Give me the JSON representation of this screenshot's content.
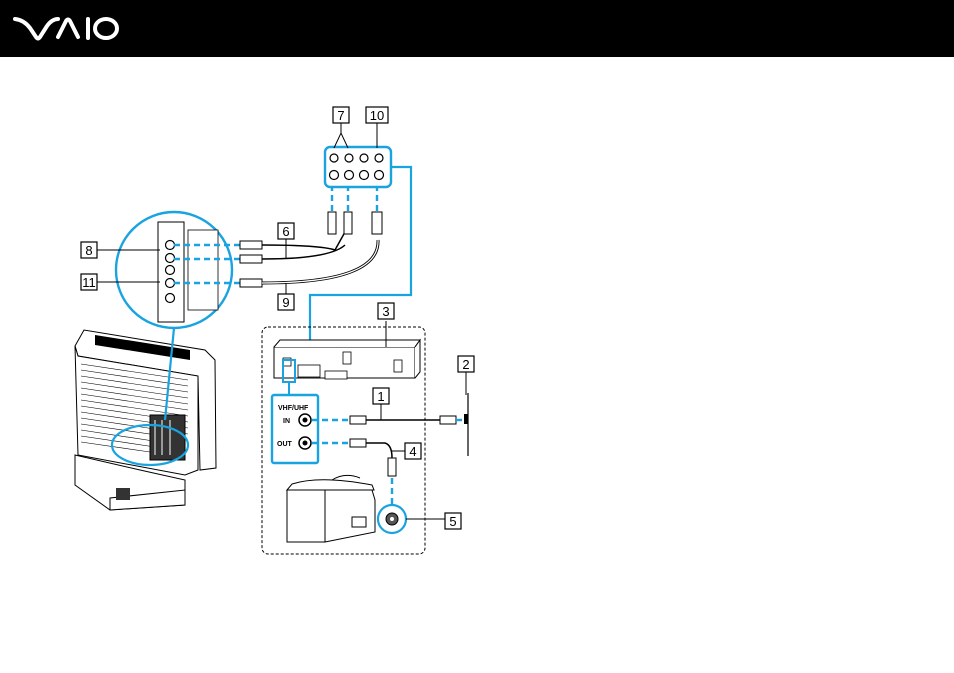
{
  "brand": {
    "logo_icon": "vaio-logo-icon",
    "header_color": "#000000"
  },
  "diagram": {
    "accent_color": "#19a3e0",
    "callouts": [
      {
        "id": "c1",
        "text": "1"
      },
      {
        "id": "c2",
        "text": "2"
      },
      {
        "id": "c3",
        "text": "3"
      },
      {
        "id": "c4",
        "text": "4"
      },
      {
        "id": "c5",
        "text": "5"
      },
      {
        "id": "c6",
        "text": "6"
      },
      {
        "id": "c7",
        "text": "7"
      },
      {
        "id": "c8",
        "text": "8"
      },
      {
        "id": "c9",
        "text": "9"
      },
      {
        "id": "c10",
        "text": "10"
      },
      {
        "id": "c11",
        "text": "11"
      }
    ],
    "vcr_labels": {
      "band": "VHF/UHF",
      "in": "IN",
      "out": "OUT"
    }
  }
}
